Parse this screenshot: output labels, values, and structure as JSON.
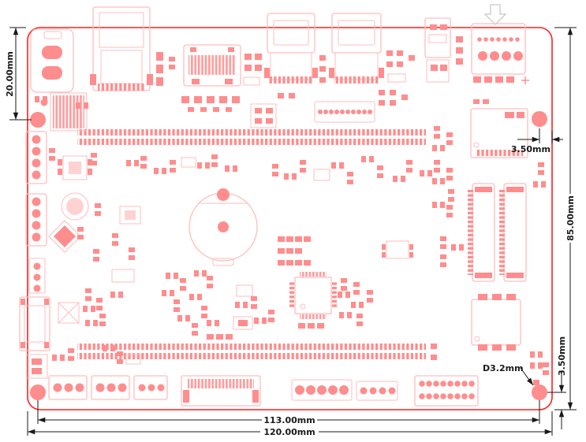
{
  "drawing": {
    "type": "pcb-dimension-drawing",
    "dimensions": {
      "top_edge_to_hole": "20.00mm",
      "board_height": "85.00mm",
      "top_right_hole_offset": "3.50mm",
      "bottom_right_hole_offset": "3.50mm",
      "mounting_hole_diameter": "D3.2mm",
      "hole_to_hole_width": "113.00mm",
      "board_width": "120.00mm"
    },
    "colors": {
      "board_outline": "#ff1f1f",
      "component_fill": "#ff8d8d",
      "component_outline": "#ffbdbd",
      "dimension": "#1a1a1a",
      "background": "#ffffff"
    },
    "symbols": {
      "orientation_arrow": "down-arrow"
    }
  }
}
